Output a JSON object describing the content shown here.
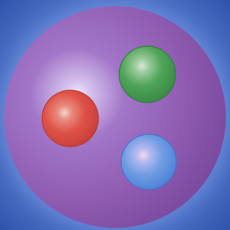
{
  "colors": {
    "background_outer": "#2d4fa8",
    "background_glow": "#7f9ee4",
    "big_sphere": "#8e5bb0",
    "big_sphere_highlight": "#d6c3ee",
    "red_sphere": "#e24f45",
    "green_sphere": "#4ea558",
    "blue_sphere": "#5f94de"
  },
  "icons": [
    "large-purple-sphere",
    "red-sphere",
    "green-sphere",
    "blue-sphere"
  ]
}
